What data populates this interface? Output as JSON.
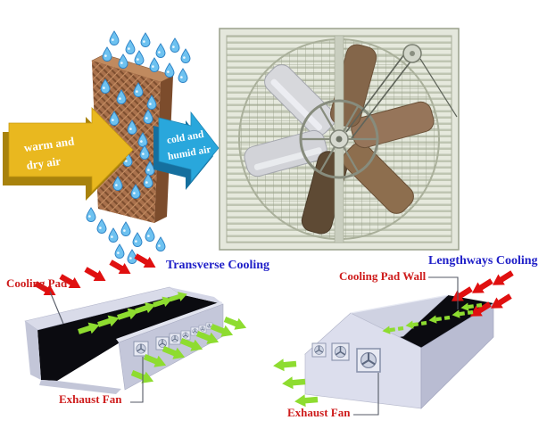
{
  "pad_illustration": {
    "warm_arrow_line1": "warm and",
    "warm_arrow_line2": "dry air",
    "cold_arrow_line1": "cold and",
    "cold_arrow_line2": "humid air"
  },
  "transverse": {
    "title": "Transverse Cooling",
    "cooling_pad_label": "Cooling Pad",
    "exhaust_fan_label": "Exhaust Fan"
  },
  "lengthways": {
    "title": "Lengthways Cooling",
    "cooling_pad_wall_label": "Cooling Pad Wall",
    "exhaust_fan_label": "Exhaust Fan"
  },
  "colors": {
    "title_blue": "#2020c8",
    "label_red": "#ce1c1c",
    "inlet_arrow_red": "#e01010",
    "outlet_arrow_green": "#8edc30",
    "warm_arrow_yellow": "#e9b81f",
    "cold_arrow_blue": "#29a7dc",
    "pad_brown": "#a9714c",
    "building_wall_lavender": "#d9dbe9",
    "interior_black": "#0b0b10",
    "droplet_blue": "#6ec2f0",
    "fan_frame_gray": "#e4e7dc"
  }
}
